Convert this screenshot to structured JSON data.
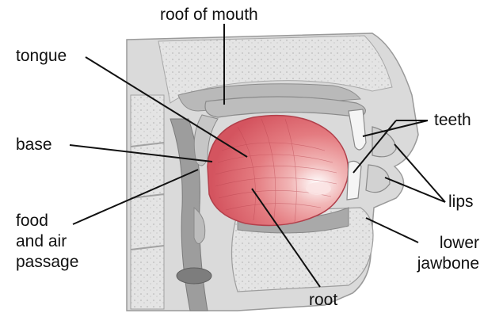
{
  "labels": {
    "roof_of_mouth": "roof of mouth",
    "tongue": "tongue",
    "base": "base",
    "food_air_passage": "food\nand air\npassage",
    "root": "root",
    "teeth": "teeth",
    "lips": "lips",
    "lower_jawbone": "lower\njawbone"
  },
  "colors": {
    "tongue": "#d9606a",
    "tongue_light": "#f2b8b8",
    "bone": "#d9d9d9",
    "tissue": "#c9c9c9",
    "cartilage": "#b8b8b8",
    "cavity": "#8a8a8a",
    "leader": "#111111"
  }
}
